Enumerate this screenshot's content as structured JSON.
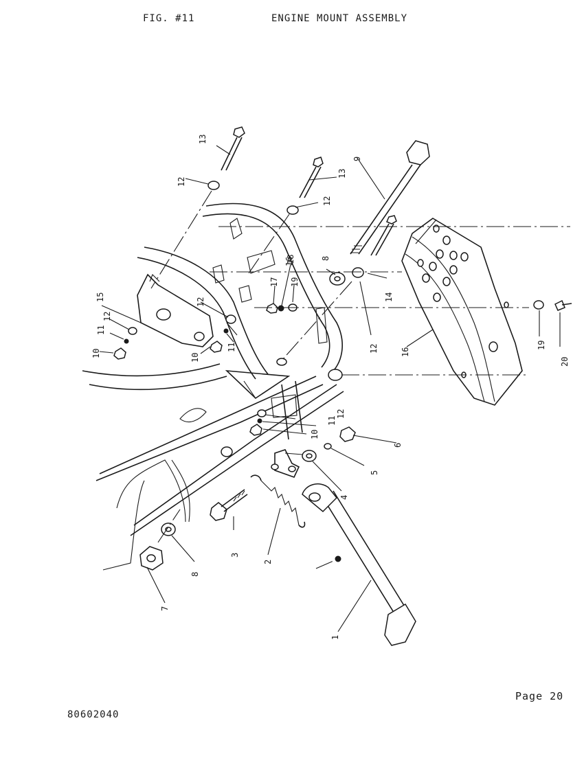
{
  "header": {
    "figure": "FIG. #11",
    "title": "ENGINE MOUNT ASSEMBLY"
  },
  "footer": {
    "page": "Page 20",
    "code": "80602040"
  },
  "callouts": [
    "1",
    "2",
    "3",
    "4",
    "5",
    "6",
    "7",
    "8",
    "9",
    "10",
    "11",
    "12",
    "13",
    "14",
    "15",
    "16",
    "17",
    "18",
    "19",
    "20"
  ]
}
